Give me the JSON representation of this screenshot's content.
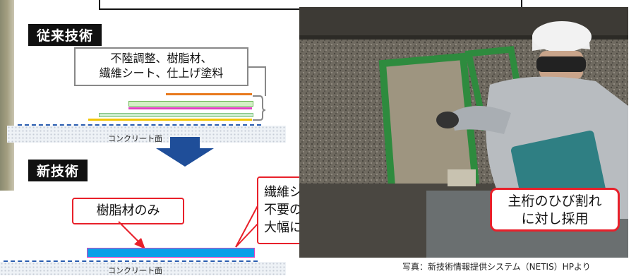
{
  "conventional": {
    "label": "従来技術",
    "materials_line1": "不陸調整、樹脂材、",
    "materials_line2": "繊維シート、仕上げ塗料",
    "concrete_label": "コンクリート面"
  },
  "new_tech": {
    "label": "新技術",
    "resin_only": "樹脂材のみ",
    "concrete_label": "コンクリート面",
    "note_line1": "繊維シート等の施工が",
    "note_line2": "不要のため、工程数が",
    "note_line3": "大幅に減少"
  },
  "photo": {
    "callout_line1": "主桁のひび割れ",
    "callout_line2": "に対し採用",
    "caption": "写真：新技術情報提供システム（NETIS）HPより"
  },
  "colors": {
    "accent_red": "#e8202a",
    "arrow_blue": "#1f4e99",
    "resin_blue": "#0aa0e8",
    "yellow_arrow": "#ffee00"
  }
}
